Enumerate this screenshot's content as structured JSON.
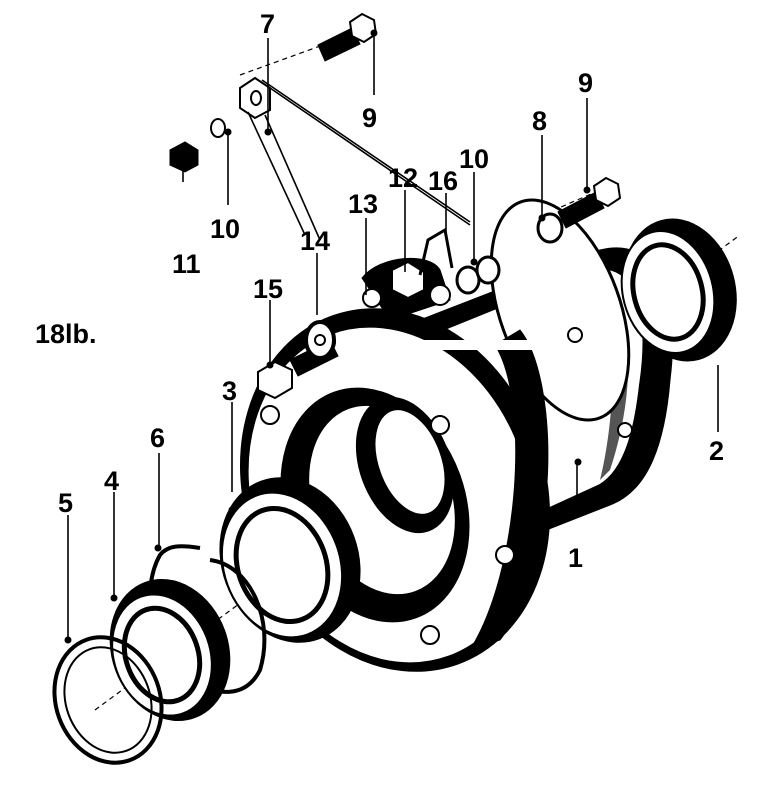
{
  "diagram": {
    "weight_label": "18lb.",
    "callouts": {
      "c1": "1",
      "c2": "2",
      "c3": "3",
      "c4": "4",
      "c5": "5",
      "c6": "6",
      "c7": "7",
      "c8": "8",
      "c9a": "9",
      "c9b": "9",
      "c10a": "10",
      "c10b": "10",
      "c11": "11",
      "c12": "12",
      "c13": "13",
      "c14": "14",
      "c15": "15",
      "c16": "16"
    }
  }
}
